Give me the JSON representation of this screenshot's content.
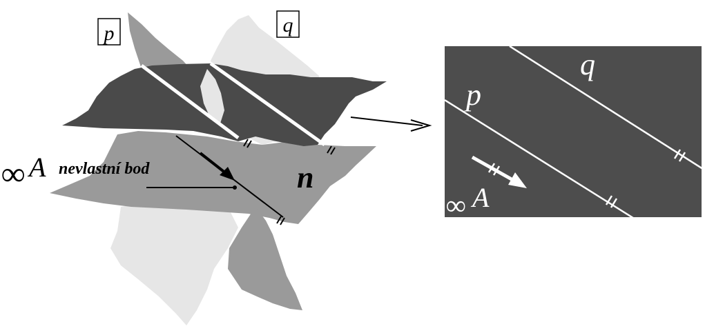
{
  "left_figure": {
    "plane_p_label": "p",
    "plane_q_label": "q",
    "plane_n_label": "n",
    "point_symbol": "∞",
    "point_letter": "A",
    "point_caption": "nevlastní bod"
  },
  "detail_view": {
    "line_p_label": "p",
    "line_q_label": "q",
    "point_symbol": "∞",
    "point_letter": "A"
  },
  "colors": {
    "dark_plane": "#4a4a4a",
    "mid_plane": "#9a9a9a",
    "light_plane": "#e6e6e6",
    "detail_background": "#4d4d4d",
    "line_white": "#ffffff",
    "ink": "#000000"
  }
}
